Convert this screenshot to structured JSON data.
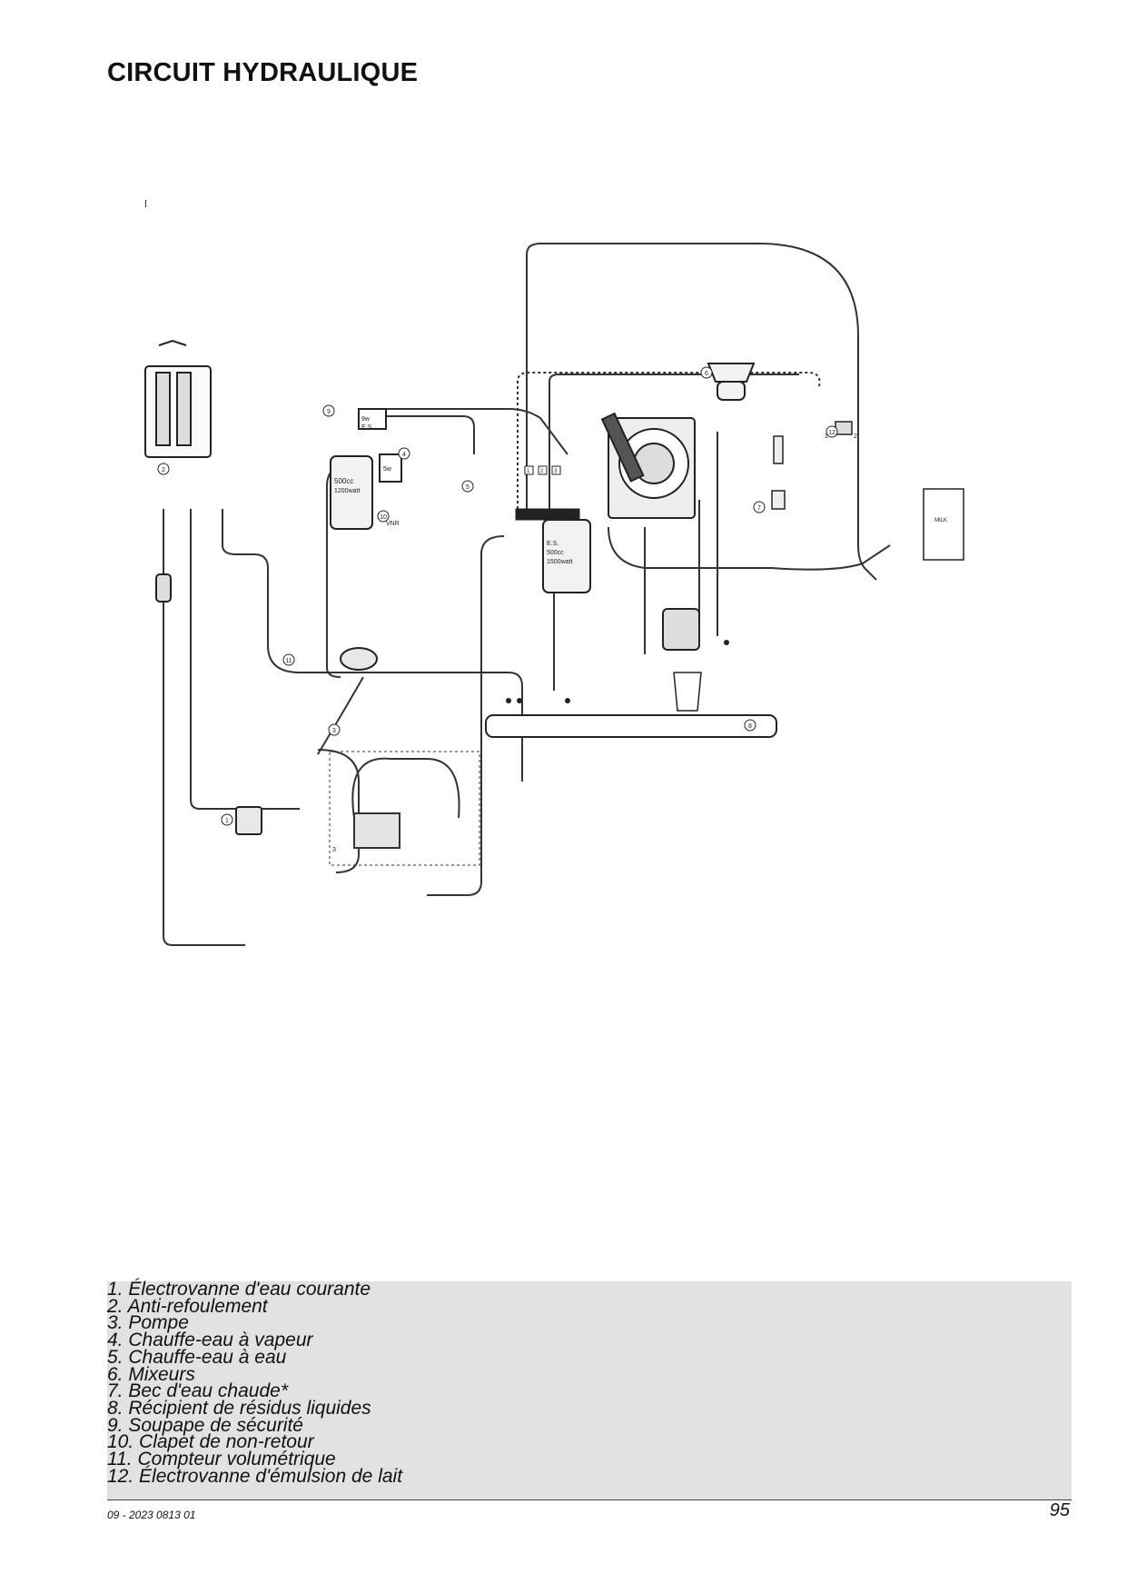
{
  "page": {
    "title": "CIRCUIT HYDRAULIQUE",
    "footer_code": "09 - 2023 0813 01",
    "page_number": "95"
  },
  "diagram": {
    "callouts": [
      "1",
      "2",
      "3",
      "3",
      "4",
      "5",
      "6",
      "7",
      "8",
      "9",
      "10",
      "11",
      "12"
    ],
    "labels": {
      "heater_small": "500cc",
      "heater_small_power": "1200watt",
      "heater_large_code": "E.S.",
      "heater_large": "500cc",
      "heater_large_power": "1500watt",
      "valve_9w": "9w",
      "valve_5w": "5w",
      "valve_es": "E.S.",
      "valve_vnr": "VNR",
      "milk": "MILK",
      "valve12_pin1": "1",
      "valve12_pin2": "2",
      "block_1": "1",
      "block_2": "2",
      "block_3": "3"
    }
  },
  "legend": [
    "1.  Électrovanne d'eau courante",
    "2.  Anti-refoulement",
    "3.  Pompe",
    "4.  Chauffe-eau à vapeur",
    "5.  Chauffe-eau à eau",
    "6.  Mixeurs",
    "7.  Bec d'eau chaude*",
    "8.  Récipient de résidus liquides",
    "9.  Soupape de sécurité",
    "10.  Clapet de non-retour",
    "11.  Compteur volumétrique",
    "12.  Électrovanne d'émulsion de lait"
  ]
}
